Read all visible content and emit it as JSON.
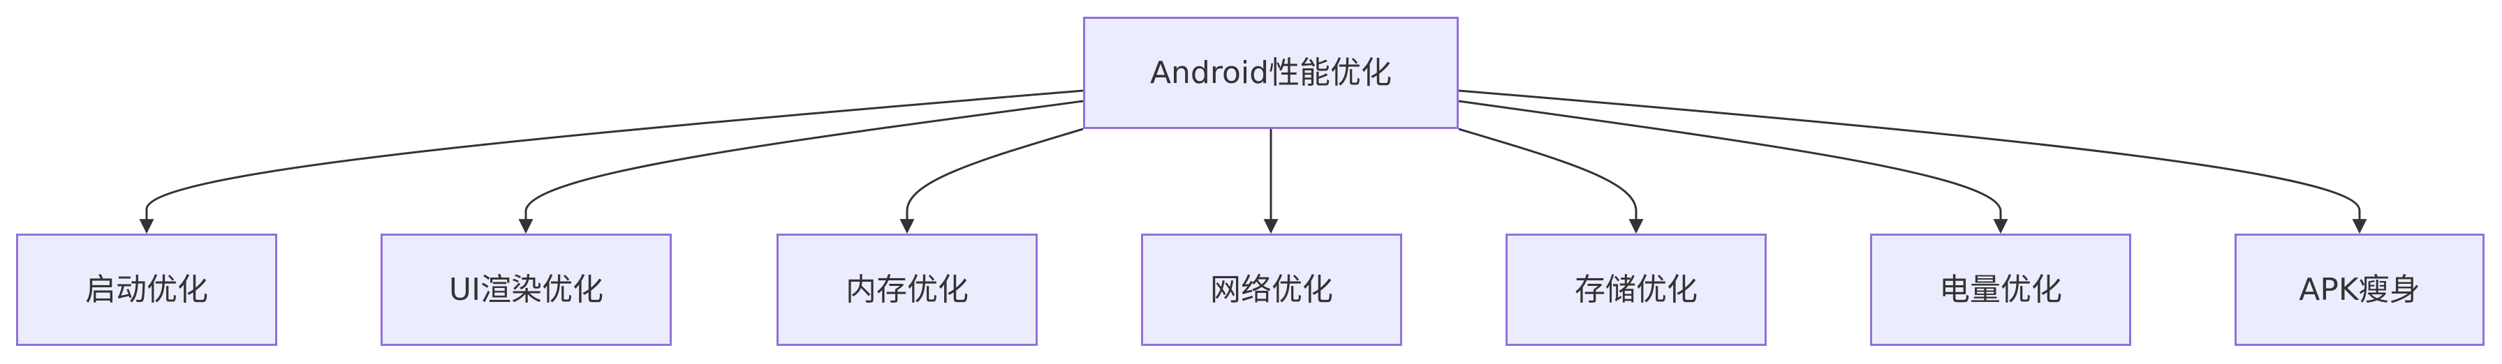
{
  "diagram": {
    "type": "flowchart-tree",
    "colors": {
      "node_fill": "#ececff",
      "node_border": "#9370db",
      "edge": "#333333",
      "text": "#333333"
    },
    "root": {
      "label": "Android性能优化"
    },
    "children": [
      {
        "label": "启动优化"
      },
      {
        "label": "UI渲染优化"
      },
      {
        "label": "内存优化"
      },
      {
        "label": "网络优化"
      },
      {
        "label": "存储优化"
      },
      {
        "label": "电量优化"
      },
      {
        "label": "APK瘦身"
      }
    ]
  }
}
